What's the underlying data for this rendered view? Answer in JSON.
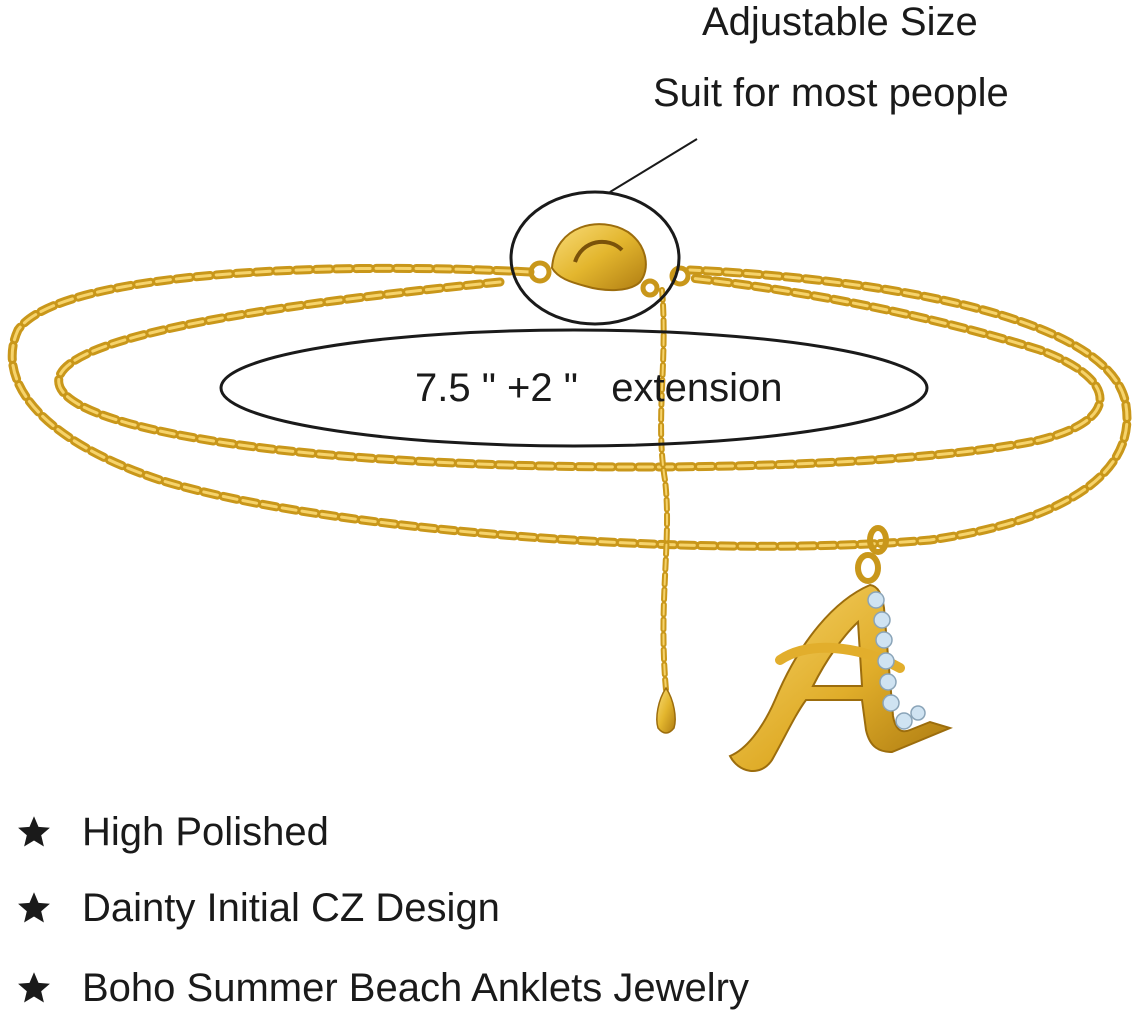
{
  "callout": {
    "title": "Adjustable Size",
    "subtitle": "Suit for most people"
  },
  "length_label": "7.5 \" +2 \"   extension",
  "pendant_letter": "A",
  "features": [
    "High Polished",
    "Dainty Initial CZ Design",
    "Boho Summer Beach Anklets Jewelry"
  ],
  "colors": {
    "gold": "#e3b62e",
    "gold_dark": "#b8860b",
    "gold_light": "#f6d36b",
    "ink": "#1a1a1a",
    "cz_stone": "#cfe3f2"
  }
}
